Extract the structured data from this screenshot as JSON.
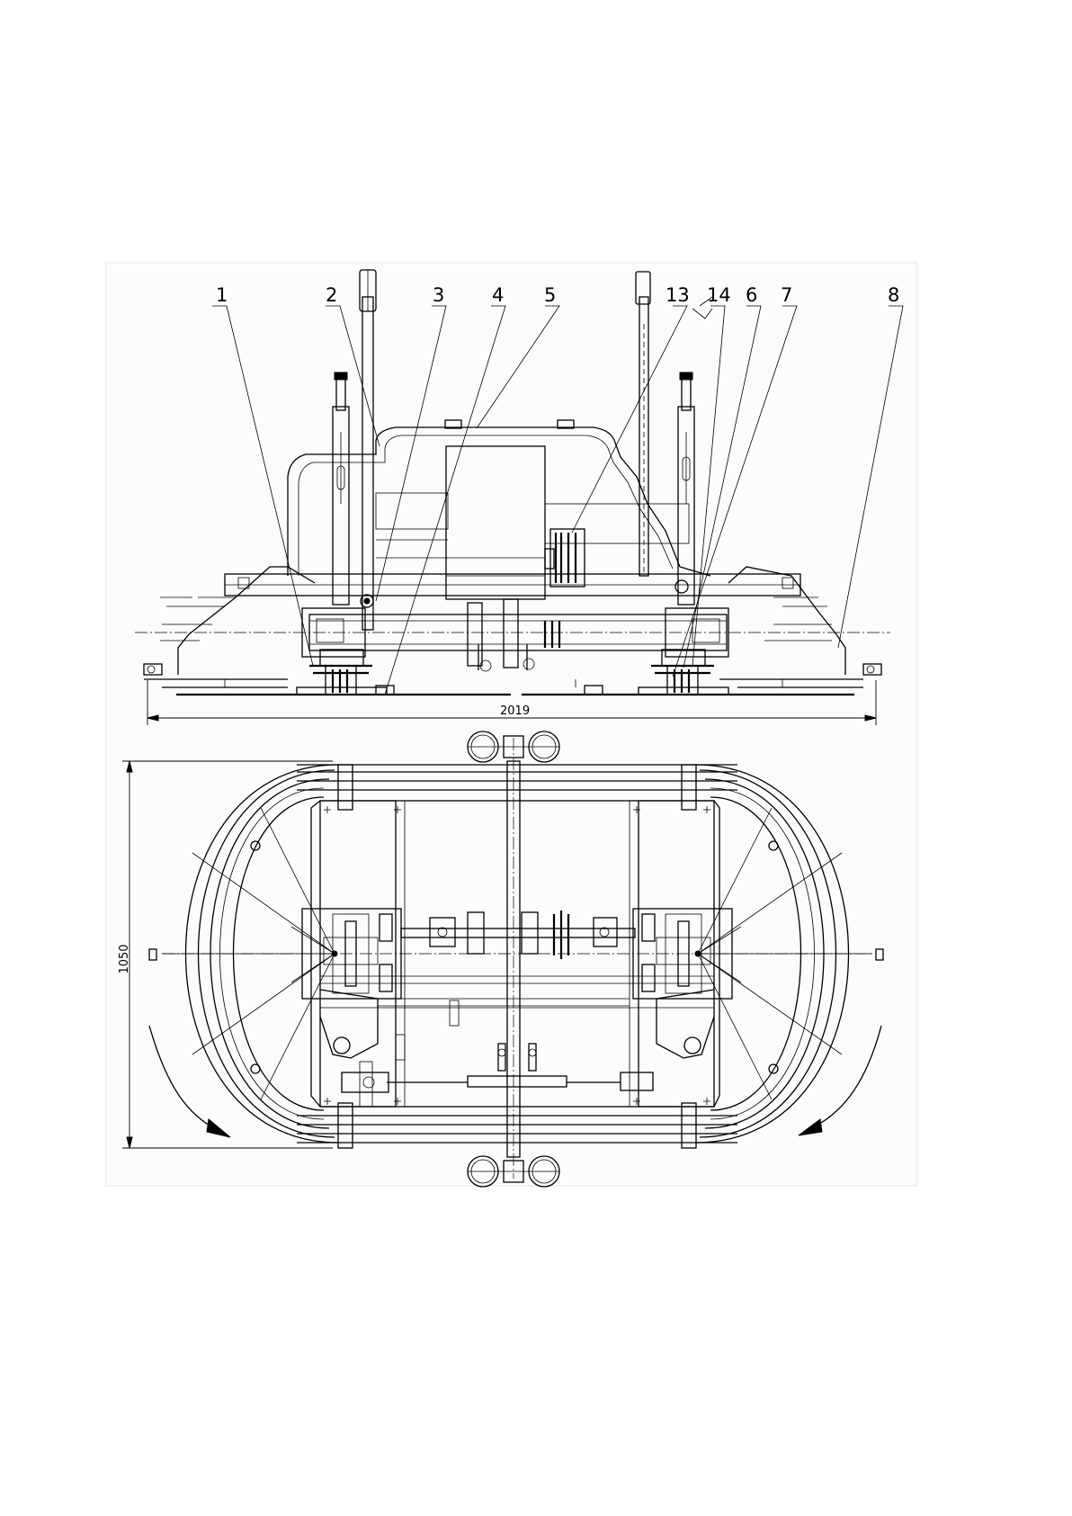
{
  "callouts": [
    "1",
    "2",
    "3",
    "4",
    "5",
    "13",
    "14",
    "6",
    "7",
    "8"
  ],
  "dimensions": {
    "overall_width": "2019",
    "overall_height": "1050"
  }
}
